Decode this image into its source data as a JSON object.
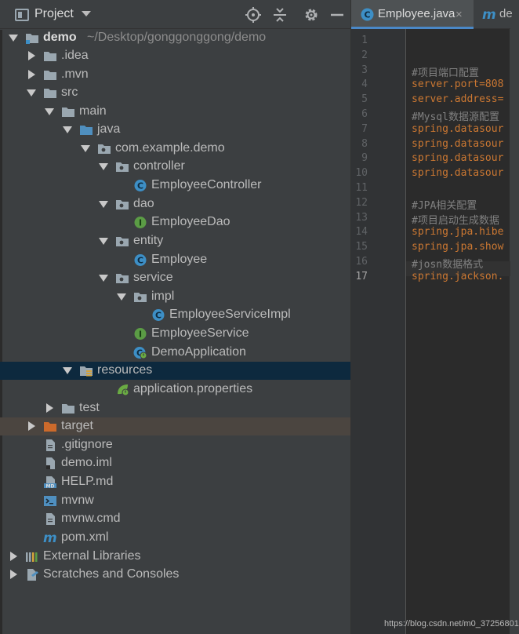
{
  "panel": {
    "title": "Project",
    "buttons": {
      "locate": "crosshair-icon",
      "collapse": "collapse-all-icon",
      "settings": "gear-icon",
      "hide": "minimize-icon"
    }
  },
  "tree": [
    {
      "label": "demo",
      "path": "~/Desktop/gonggonggong/demo",
      "bold": true,
      "arrow": "down",
      "icon": "module-folder-icon"
    },
    {
      "label": ".idea",
      "arrow": "right",
      "icon": "folder-icon"
    },
    {
      "label": ".mvn",
      "arrow": "right",
      "icon": "folder-icon"
    },
    {
      "label": "src",
      "arrow": "down",
      "icon": "folder-icon"
    },
    {
      "label": "main",
      "arrow": "down",
      "icon": "folder-icon"
    },
    {
      "label": "java",
      "arrow": "down",
      "icon": "source-folder-icon"
    },
    {
      "label": "com.example.demo",
      "arrow": "down",
      "icon": "package-icon"
    },
    {
      "label": "controller",
      "arrow": "down",
      "icon": "package-icon"
    },
    {
      "label": "EmployeeController",
      "icon": "class-icon"
    },
    {
      "label": "dao",
      "arrow": "down",
      "icon": "package-icon"
    },
    {
      "label": "EmployeeDao",
      "icon": "interface-icon"
    },
    {
      "label": "entity",
      "arrow": "down",
      "icon": "package-icon"
    },
    {
      "label": "Employee",
      "icon": "class-icon"
    },
    {
      "label": "service",
      "arrow": "down",
      "icon": "package-icon"
    },
    {
      "label": "impl",
      "arrow": "down",
      "icon": "package-icon"
    },
    {
      "label": "EmployeeServiceImpl",
      "icon": "class-icon"
    },
    {
      "label": "EmployeeService",
      "icon": "interface-icon"
    },
    {
      "label": "DemoApplication",
      "icon": "spring-boot-class-icon"
    },
    {
      "label": "resources",
      "arrow": "down",
      "icon": "resources-folder-icon",
      "selected": true
    },
    {
      "label": "application.properties",
      "icon": "spring-properties-icon"
    },
    {
      "label": "test",
      "arrow": "right",
      "icon": "folder-icon"
    },
    {
      "label": "target",
      "arrow": "right",
      "icon": "excluded-folder-icon",
      "highlight": true
    },
    {
      "label": ".gitignore",
      "icon": "text-file-icon"
    },
    {
      "label": "demo.iml",
      "icon": "iml-file-icon"
    },
    {
      "label": "HELP.md",
      "icon": "markdown-file-icon"
    },
    {
      "label": "mvnw",
      "icon": "shell-script-icon"
    },
    {
      "label": "mvnw.cmd",
      "icon": "text-file-icon"
    },
    {
      "label": "pom.xml",
      "icon": "maven-icon"
    },
    {
      "label": "External Libraries",
      "arrow": "right",
      "icon": "libraries-icon"
    },
    {
      "label": "Scratches and Consoles",
      "arrow": "right",
      "icon": "scratches-icon"
    }
  ],
  "editor": {
    "tabs": [
      {
        "label": "Employee.java",
        "icon": "class-icon",
        "close": "×",
        "active": true
      },
      {
        "label": "de",
        "icon": "maven-icon",
        "active": false
      }
    ],
    "current_line": 17,
    "lines": [
      {
        "n": "1",
        "text": "",
        "kind": "key"
      },
      {
        "n": "2",
        "text": "",
        "kind": "key"
      },
      {
        "n": "3",
        "text": "#项目端口配置",
        "kind": "comment"
      },
      {
        "n": "4",
        "text": "server.port=808",
        "kind": "key"
      },
      {
        "n": "5",
        "text": "server.address=",
        "kind": "key"
      },
      {
        "n": "6",
        "text": "#Mysql数据源配置",
        "kind": "comment"
      },
      {
        "n": "7",
        "text": "spring.datasour",
        "kind": "key"
      },
      {
        "n": "8",
        "text": "spring.datasour",
        "kind": "key"
      },
      {
        "n": "9",
        "text": "spring.datasour",
        "kind": "key"
      },
      {
        "n": "10",
        "text": "spring.datasour",
        "kind": "key"
      },
      {
        "n": "11",
        "text": "",
        "kind": "key"
      },
      {
        "n": "12",
        "text": "#JPA相关配置",
        "kind": "comment"
      },
      {
        "n": "13",
        "text": "#项目启动生成数据",
        "kind": "comment"
      },
      {
        "n": "14",
        "text": "spring.jpa.hibe",
        "kind": "key"
      },
      {
        "n": "15",
        "text": "spring.jpa.show",
        "kind": "key"
      },
      {
        "n": "16",
        "text": "#josn数据格式",
        "kind": "comment"
      },
      {
        "n": "17",
        "text": "spring.jackson.",
        "kind": "key"
      }
    ]
  },
  "watermark": "https://blog.csdn.net/m0_37256801",
  "colors": {
    "panel_bg": "#3c3f41",
    "selection": "#0d293e",
    "excluded_row": "#4b4540",
    "editor_bg": "#2b2b2b",
    "property_key": "#cc7832",
    "comment": "#808080",
    "class_icon": "#3d8fc6",
    "interface_icon": "#5b9c45",
    "excluded_folder": "#cc6a2b",
    "accent": "#4a88c7"
  }
}
